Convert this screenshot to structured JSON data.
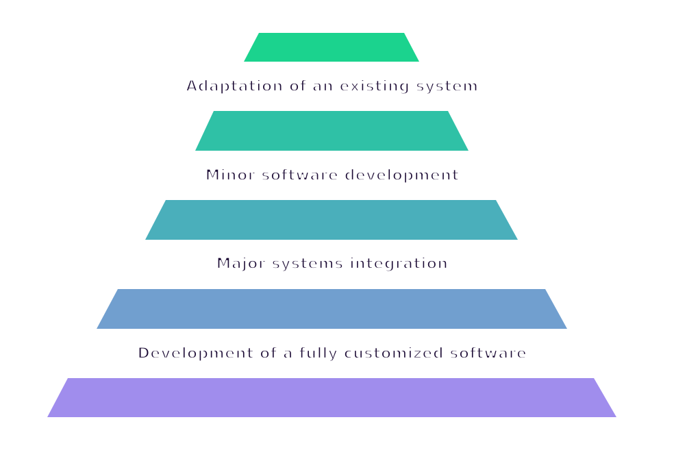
{
  "tiers": [
    {
      "label": "",
      "color": "#1bd38e"
    },
    {
      "label": "Adaptation of an existing system",
      "color": "#2fc1a6"
    },
    {
      "label": "Minor software development",
      "color": "#4aafbb"
    },
    {
      "label": "Major systems integration",
      "color": "#719fcf"
    },
    {
      "label": "Development of a fully customized software",
      "color": "#a08ded"
    }
  ]
}
